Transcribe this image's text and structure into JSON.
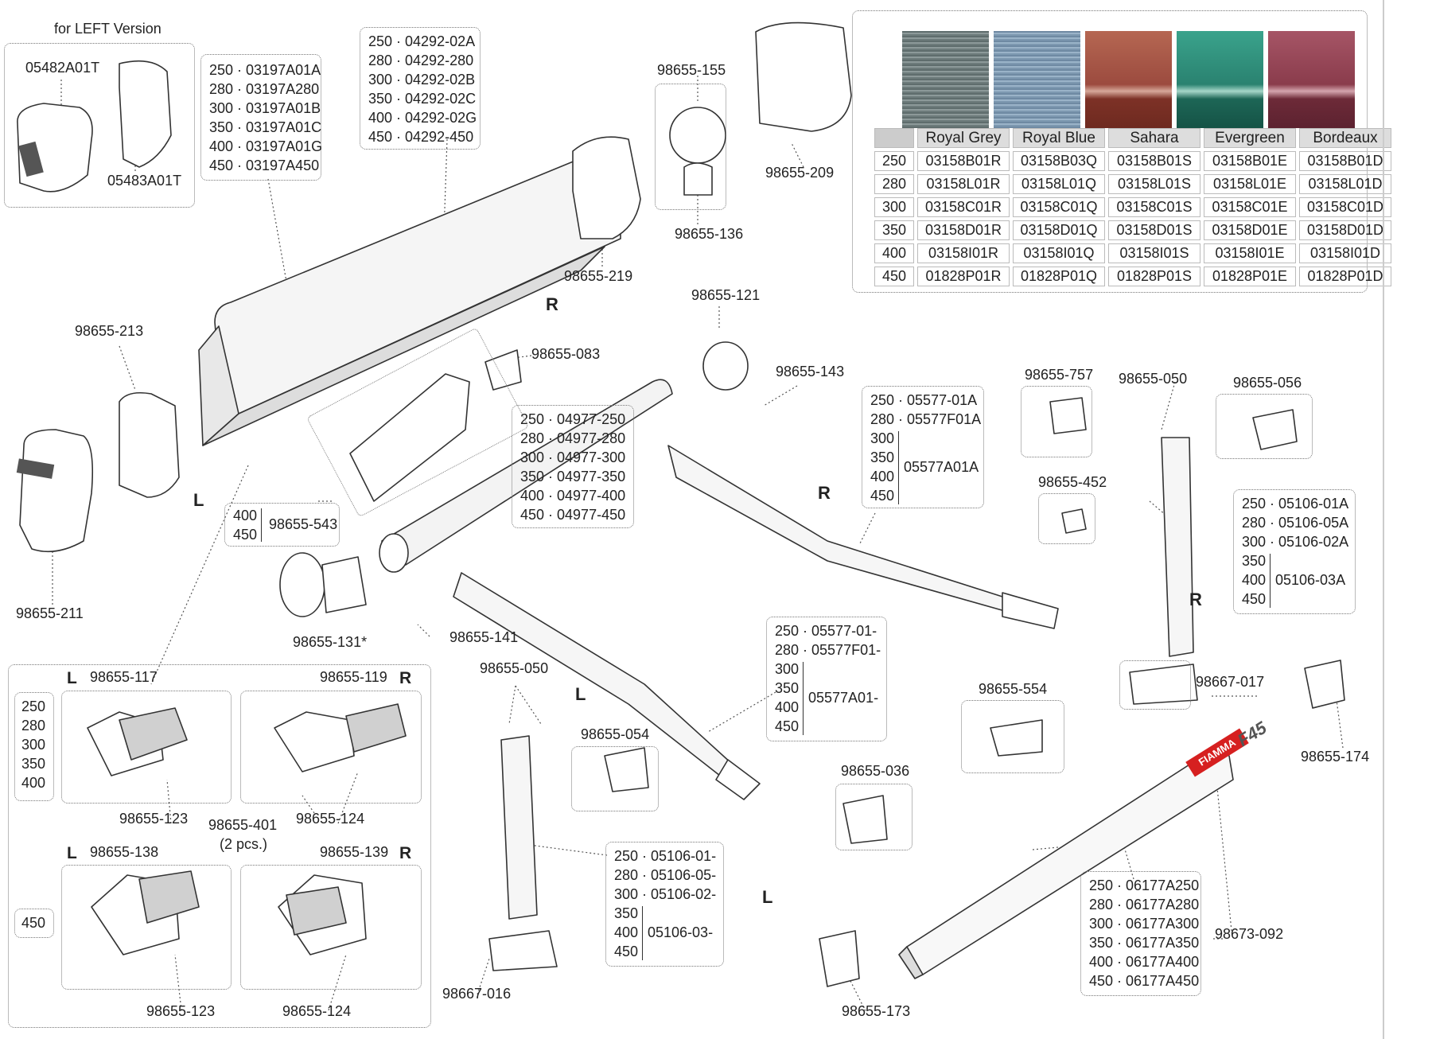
{
  "left_version_label": "for LEFT Version",
  "fabric_table": {
    "colors": [
      "Royal Grey",
      "Royal Blue",
      "Sahara",
      "Evergreen",
      "Bordeaux"
    ],
    "swatch_colors": [
      "#6d7b7b",
      "#7d98b0",
      "#9c4b3f",
      "#2a8270",
      "#8a3c4c"
    ],
    "rows": [
      {
        "size": "250",
        "codes": [
          "03158B01R",
          "03158B03Q",
          "03158B01S",
          "03158B01E",
          "03158B01D"
        ]
      },
      {
        "size": "280",
        "codes": [
          "03158L01R",
          "03158L01Q",
          "03158L01S",
          "03158L01E",
          "03158L01D"
        ]
      },
      {
        "size": "300",
        "codes": [
          "03158C01R",
          "03158C01Q",
          "03158C01S",
          "03158C01E",
          "03158C01D"
        ]
      },
      {
        "size": "350",
        "codes": [
          "03158D01R",
          "03158D01Q",
          "03158D01S",
          "03158D01E",
          "03158D01D"
        ]
      },
      {
        "size": "400",
        "codes": [
          "03158I01R",
          "03158I01Q",
          "03158I01S",
          "03158I01E",
          "03158I01D"
        ]
      },
      {
        "size": "450",
        "codes": [
          "01828P01R",
          "01828P01Q",
          "01828P01S",
          "01828P01E",
          "01828P01D"
        ]
      }
    ]
  },
  "side_letters": {
    "R": "R",
    "L": "L"
  },
  "part_labels": {
    "p05482a01t": "05482A01T",
    "p05483a01t": "05483A01T",
    "p98655_155": "98655-155",
    "p98655_136": "98655-136",
    "p98655_209": "98655-209",
    "p98655_219": "98655-219",
    "p98655_213": "98655-213",
    "p98655_083": "98655-083",
    "p98655_121": "98655-121",
    "p98655_143": "98655-143",
    "p98655_757": "98655-757",
    "p98655_050a": "98655-050",
    "p98655_056": "98655-056",
    "p98655_452": "98655-452",
    "p98655_211": "98655-211",
    "p98655_131": "98655-131*",
    "p98655_141": "98655-141",
    "p98655_050b": "98655-050",
    "p98655_054": "98655-054",
    "p98667_017": "98667-017",
    "p98655_554": "98655-554",
    "p98655_174": "98655-174",
    "p98655_036": "98655-036",
    "p98673_092": "98673-092",
    "p98667_016": "98667-016",
    "p98655_173": "98655-173",
    "p98655_117": "98655-117",
    "p98655_119": "98655-119",
    "p98655_123a": "98655-123",
    "p98655_401": "98655-401",
    "p98655_401_qty": "(2 pcs.)",
    "p98655_124a": "98655-124",
    "p98655_138": "98655-138",
    "p98655_139": "98655-139",
    "p98655_123b": "98655-123",
    "p98655_124b": "98655-124",
    "p98655_543": "98655-543"
  },
  "size_boxes": {
    "cover": [
      "250 · 03197A01A",
      "280 · 03197A280",
      "300 · 03197A01B",
      "350 · 03197A01C",
      "400 · 03197A01G",
      "450 · 03197A450"
    ],
    "profile": [
      "250 · 04292-02A",
      "280 · 04292-280",
      "300 · 04292-02B",
      "350 · 04292-02C",
      "400 · 04292-02G",
      "450 · 04292-450"
    ],
    "roller": [
      "250 · 04977-250",
      "280 · 04977-280",
      "300 · 04977-300",
      "350 · 04977-350",
      "400 · 04977-400",
      "450 · 04977-450"
    ],
    "arm_r": {
      "top": [
        "250 · 05577-01A",
        "280 · 05577F01A"
      ],
      "group": [
        "300",
        "350",
        "400",
        "450"
      ],
      "group_code": "05577A01A"
    },
    "arm_l": {
      "top": [
        "250 · 05577-01-",
        "280 · 05577F01-"
      ],
      "group": [
        "300",
        "350",
        "400",
        "450"
      ],
      "group_code": "05577A01-"
    },
    "leg_r": {
      "top": [
        "250 · 05106-01A",
        "280 · 05106-05A",
        "300 · 05106-02A"
      ],
      "group": [
        "350",
        "400",
        "450"
      ],
      "group_code": "05106-03A"
    },
    "leg_l": {
      "top": [
        "250 · 05106-01-",
        "280 · 05106-05-",
        "300 · 05106-02-"
      ],
      "group": [
        "350",
        "400",
        "450"
      ],
      "group_code": "05106-03-"
    },
    "support_543": [
      "400",
      "450"
    ],
    "front_bar": [
      "250 · 06177A250",
      "280 · 06177A280",
      "300 · 06177A300",
      "350 · 06177A350",
      "400 · 06177A400",
      "450 · 06177A450"
    ],
    "hinge_sizes_a": [
      "250",
      "280",
      "300",
      "350",
      "400"
    ],
    "hinge_sizes_b": [
      "450"
    ]
  },
  "brand": {
    "logo": "FIAMMA",
    "model": "F45"
  }
}
